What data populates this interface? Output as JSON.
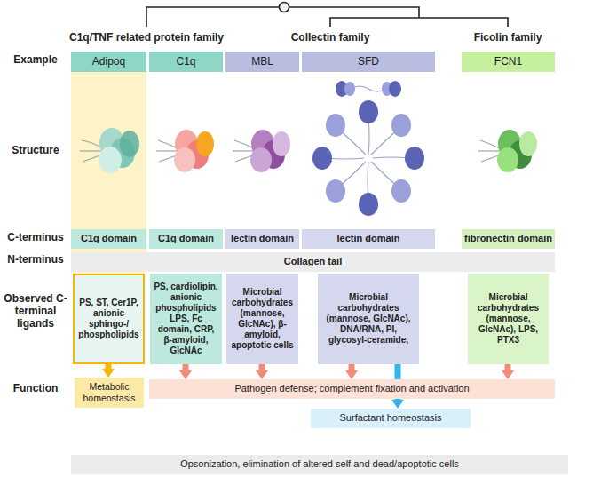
{
  "diagram": {
    "nodes": [
      {
        "text": [
          "Adipoq"
        ]
      },
      {
        "text": [
          "C1q"
        ]
      },
      {
        "text": [
          "MBL"
        ]
      },
      {
        "text": [
          "SFD"
        ]
      },
      {
        "text": [
          "FCN1"
        ]
      },
      {
        "text": [
          "C1q domain"
        ]
      },
      {
        "text": [
          "C1q domain"
        ]
      },
      {
        "text": [
          "lectin domain"
        ]
      },
      {
        "text": [
          "lectin domain"
        ]
      },
      {
        "text": [
          "fibronectin domain"
        ]
      },
      {
        "text": [
          "Collagen tail"
        ]
      },
      {
        "text": [
          "PS, ST, Cer1P, anionic sphingo-/ phospholipids"
        ]
      },
      {
        "text": [
          "PS, cardiolipin, anionic phospholipids LPS, Fc domain, CRP, β-amyloid, GlcNAc"
        ]
      },
      {
        "text": [
          "Microbial carbohydrates (mannose, GlcNAc), β-amyloid, apoptotic cells"
        ]
      },
      {
        "text": [
          "Microbial carbohydrates (mannose, GlcNAc), DNA/RNA, PI, glycosyl-ceramide,"
        ]
      },
      {
        "text": [
          "Microbial carbohydrates (mannose, GlcNAc), LPS, PTX3"
        ]
      },
      {
        "text": [
          "Metabolic homeostasis"
        ]
      },
      {
        "text": [
          "Pathogen defense; complement fixation and activation"
        ]
      },
      {
        "text": [
          "Surfactant homeostasis"
        ]
      },
      {
        "text": [
          "Opsonization, elimination of altered self and dead/apoptotic cells"
        ]
      }
    ],
    "edges": [
      {
        "from": 11,
        "to": 16,
        "arrow": "to"
      },
      {
        "from": 12,
        "to": 17,
        "arrow": "to"
      },
      {
        "from": 13,
        "to": 17,
        "arrow": "to"
      },
      {
        "from": 14,
        "to": 17,
        "arrow": "to"
      },
      {
        "from": 14,
        "to": 18,
        "arrow": "to"
      },
      {
        "from": 15,
        "to": 17,
        "arrow": "to"
      }
    ],
    "labels": [
      "C1q/TNF related protein family",
      "Collectin family",
      "Ficolin family",
      "Example",
      "Structure",
      "C-terminus",
      "N-terminus",
      "Observed C-terminal ligands",
      "Function"
    ]
  }
}
